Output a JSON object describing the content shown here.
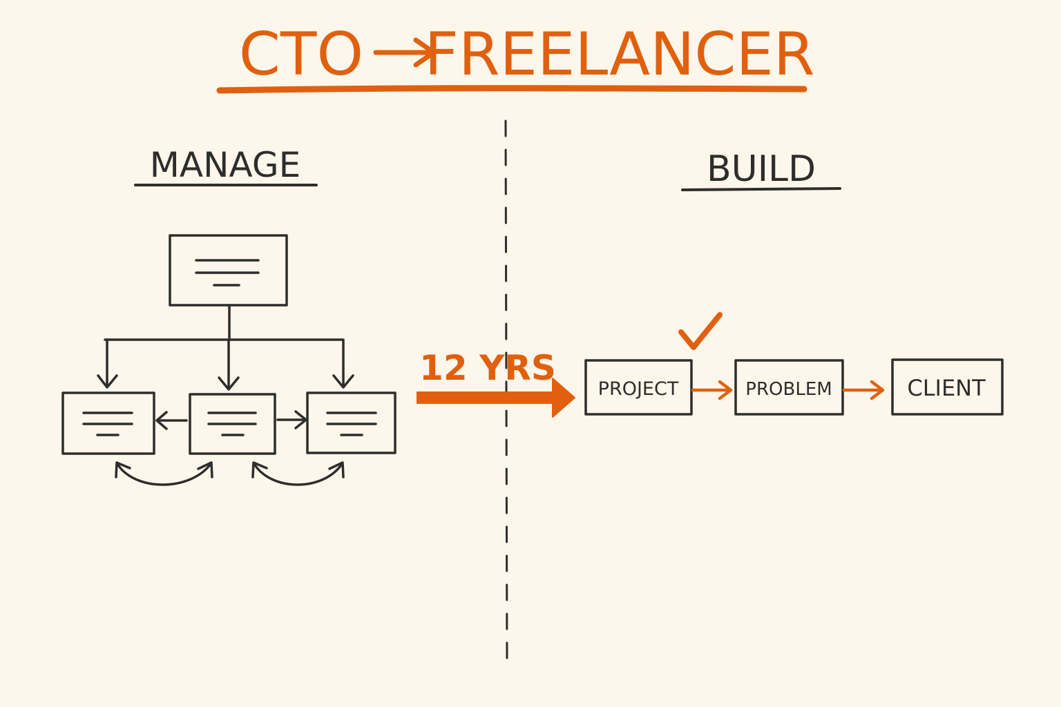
{
  "title": {
    "left": "CTO",
    "right": "FREELANCER"
  },
  "left_section": {
    "heading": "MANAGE"
  },
  "right_section": {
    "heading": "BUILD"
  },
  "transition": {
    "label": "12 YRS"
  },
  "flow": [
    {
      "label": "PROJECT"
    },
    {
      "label": "PROBLEM"
    },
    {
      "label": "CLIENT"
    }
  ],
  "colors": {
    "accent": "#e0600f",
    "ink": "#2d2d2d",
    "background": "#fdf6ea"
  },
  "icons": {
    "checkmark": "check-icon"
  }
}
